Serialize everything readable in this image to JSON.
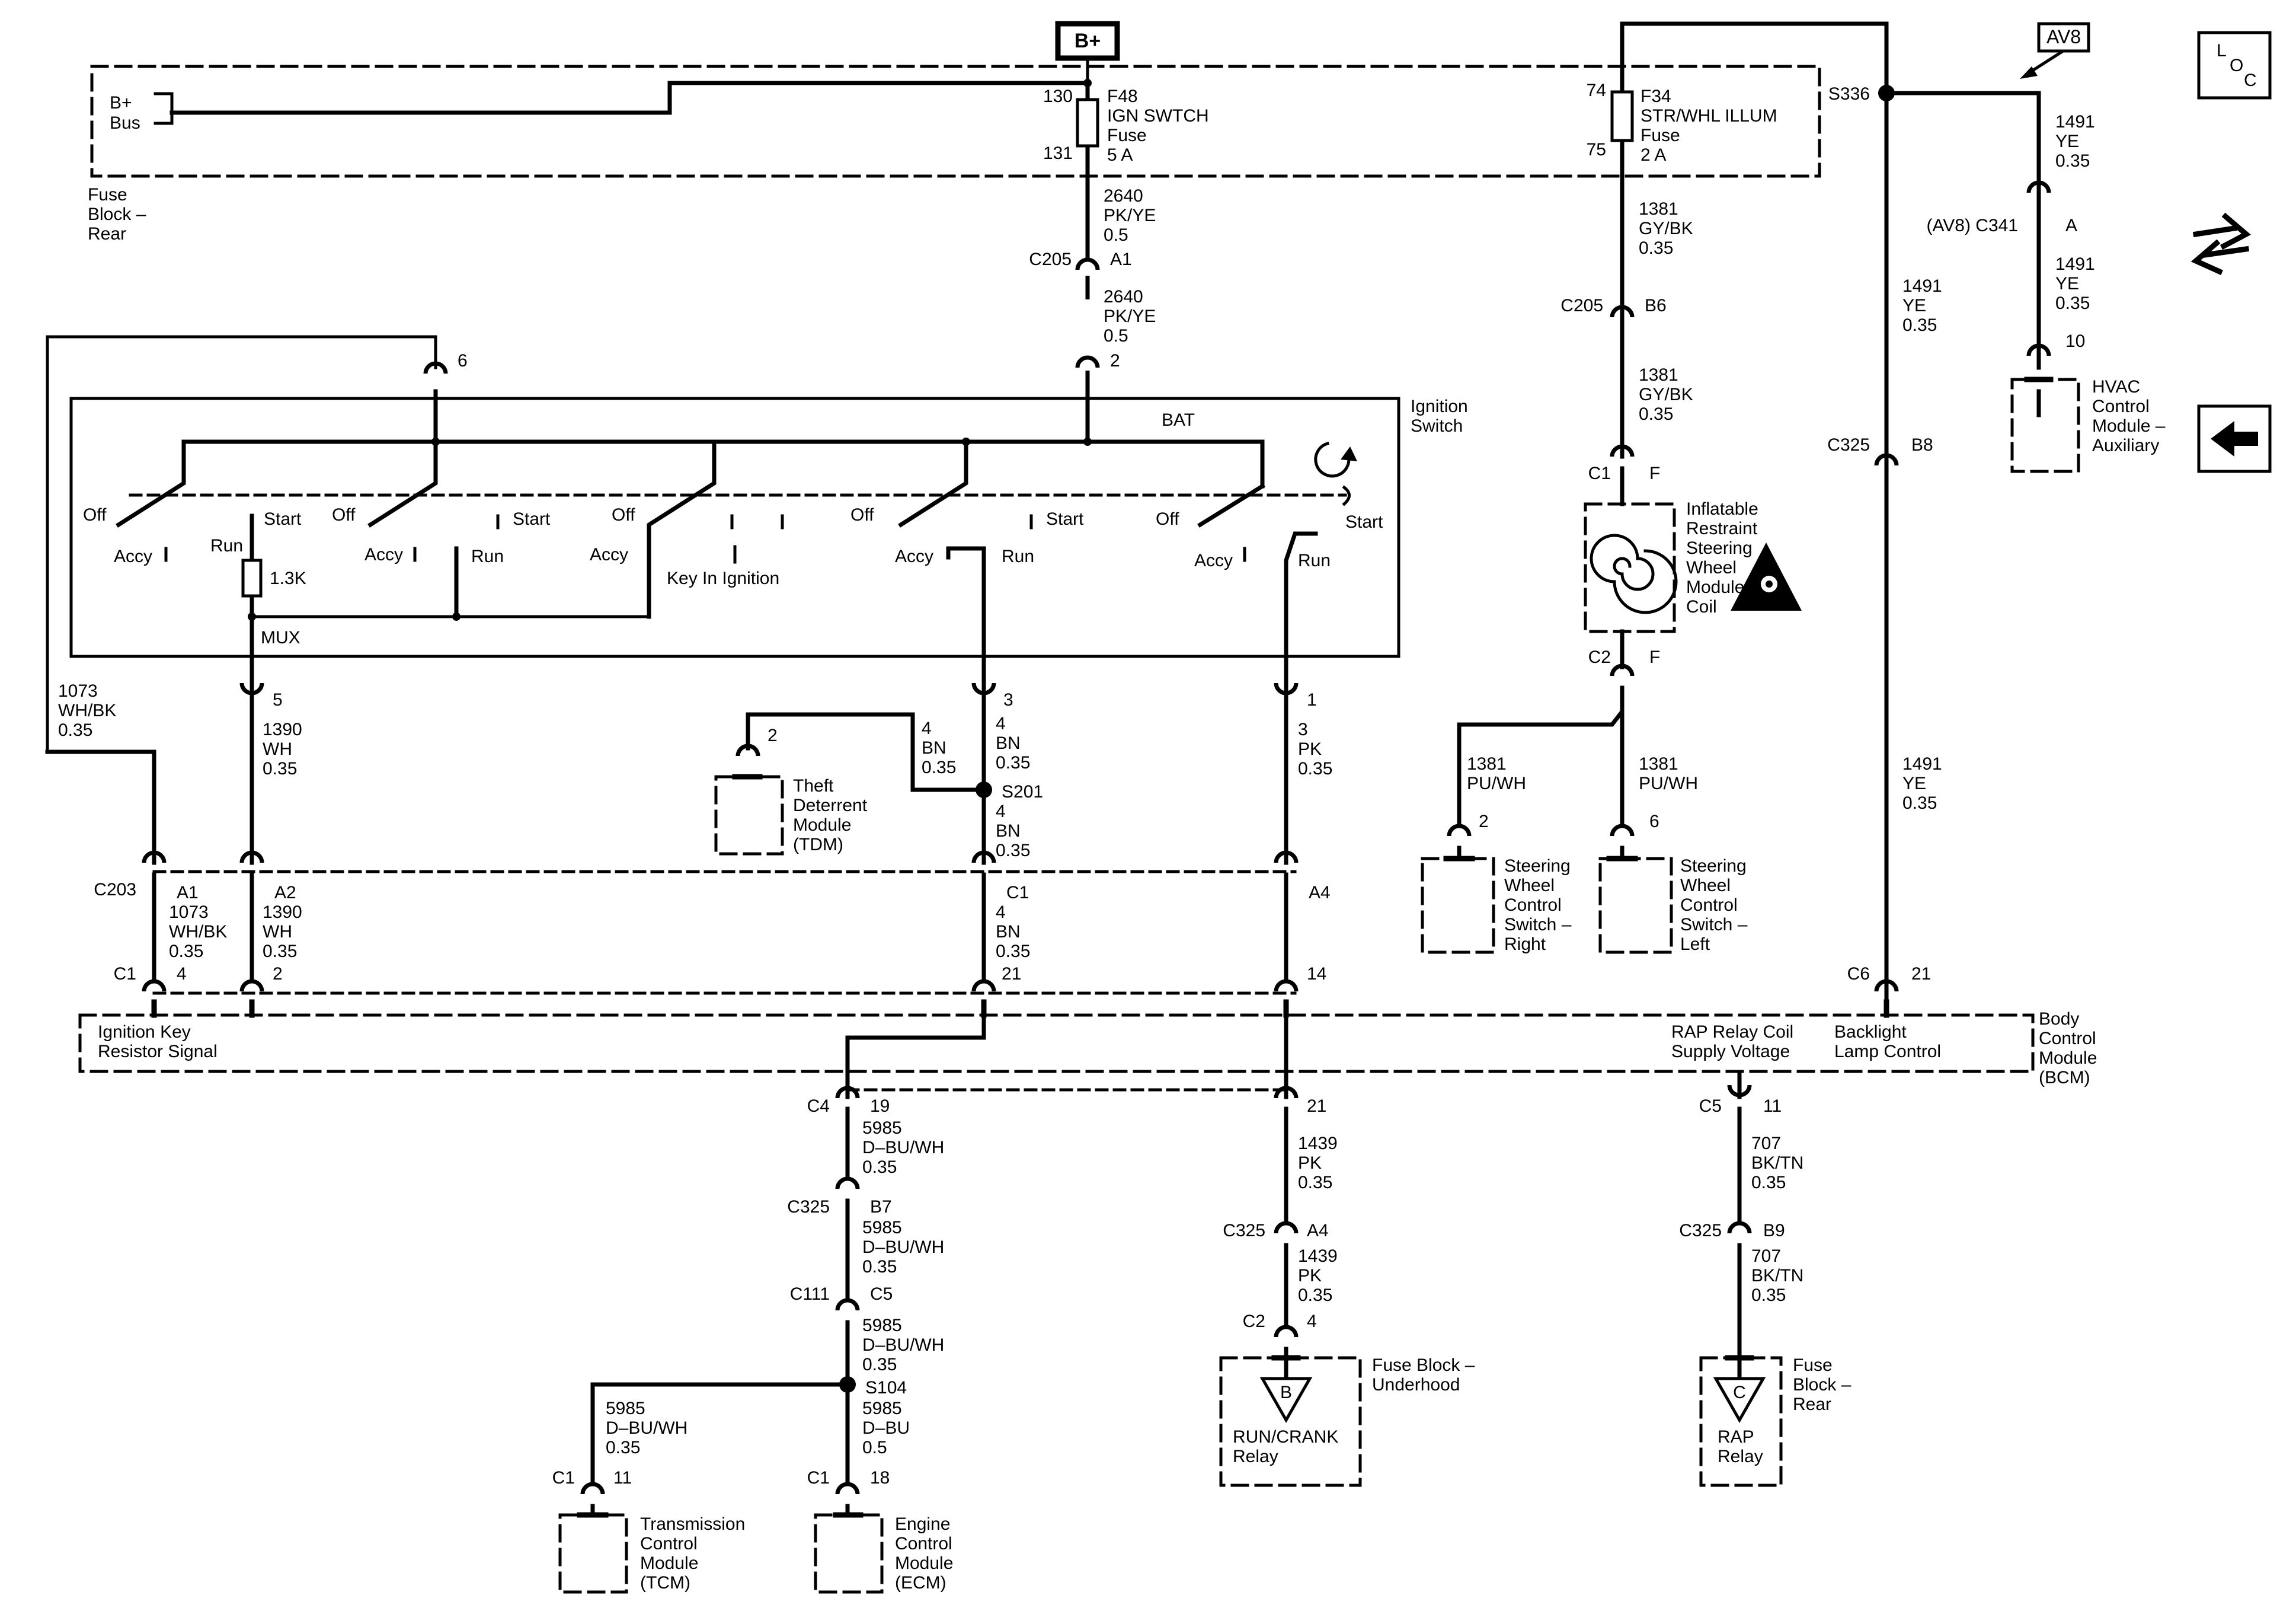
{
  "diagram": {
    "supply": "B+",
    "alt_tag": "AV8",
    "side_icons": {
      "location": "L O C",
      "loc_letters": [
        "L",
        "O",
        "C"
      ],
      "connector": "connector-view-icon",
      "back": "back-arrow-icon"
    },
    "fuse_block_rear": {
      "bus_label": [
        "B+",
        "Bus"
      ],
      "block_label": [
        "Fuse",
        "Block –",
        "Rear"
      ],
      "f48": {
        "pin_in": "130",
        "pin_out": "131",
        "label": [
          "F48",
          "IGN SWTCH",
          "Fuse",
          "5 A"
        ]
      },
      "f34": {
        "pin_in": "74",
        "pin_out": "75",
        "label": [
          "F34",
          "STR/WHL ILLUM",
          "Fuse",
          "2 A"
        ]
      },
      "splice": "S336"
    },
    "wires": {
      "w2640a": [
        "2640",
        "PK/YE",
        "0.5"
      ],
      "c205_a1": [
        "C205",
        "A1"
      ],
      "w2640b": [
        "2640",
        "PK/YE",
        "0.5"
      ],
      "pin2": "2",
      "pin6": "6",
      "w1381a": [
        "1381",
        "GY/BK",
        "0.35"
      ],
      "c205_b6": [
        "C205",
        "B6"
      ],
      "w1381b": [
        "1381",
        "GY/BK",
        "0.35"
      ],
      "c1_f": [
        "C1",
        "F"
      ],
      "c2_f": [
        "C2",
        "F"
      ],
      "w1381_right": [
        "1381",
        "PU/WH"
      ],
      "pin_right": "2",
      "w1381_left": [
        "1381",
        "PU/WH"
      ],
      "pin_left": "6",
      "w1491a": [
        "1491",
        "YE",
        "0.35"
      ],
      "c341": [
        "(AV8) C341",
        "A"
      ],
      "w1491b": [
        "1491",
        "YE",
        "0.35"
      ],
      "pin10": "10",
      "w1491c": [
        "1491",
        "YE",
        "0.35"
      ],
      "c325_b8": [
        "C325",
        "B8"
      ],
      "w1491d": [
        "1491",
        "YE",
        "0.35"
      ],
      "c6_21": [
        "C6",
        "21"
      ],
      "w1073": [
        "1073",
        "WH/BK",
        "0.35"
      ],
      "pin5": "5",
      "w1390": [
        "1390",
        "WH",
        "0.35"
      ],
      "pin3": "3",
      "w4bn_a": [
        "4",
        "BN",
        "0.35"
      ],
      "tdm_pin": "2",
      "w4bn_tdm": [
        "4",
        "BN",
        "0.35"
      ],
      "s201": "S201",
      "w4bn_b": [
        "4",
        "BN",
        "0.35"
      ],
      "pin1": "1",
      "w3pk": [
        "3",
        "PK",
        "0.35"
      ],
      "c203": "C203",
      "c203_a1": "A1",
      "c203_a2": "A2",
      "c203_c1": "C1",
      "c203_a4": "A4",
      "w1073b": [
        "1073",
        "WH/BK",
        "0.35"
      ],
      "w1390b": [
        "1390",
        "WH",
        "0.35"
      ],
      "w4bn_c": [
        "4",
        "BN",
        "0.35"
      ],
      "c1_4": [
        "C1",
        "4"
      ],
      "bcm_pin2": "2",
      "bcm_pin21": "21",
      "bcm_pin14": "14",
      "c4_19": [
        "C4",
        "19"
      ],
      "bcm_pin21b": "21",
      "w5985a": [
        "5985",
        "D–BU/WH",
        "0.35"
      ],
      "c325_b7": [
        "C325",
        "B7"
      ],
      "w5985b": [
        "5985",
        "D–BU/WH",
        "0.35"
      ],
      "c111_c5": [
        "C111",
        "C5"
      ],
      "w5985c": [
        "5985",
        "D–BU/WH",
        "0.35"
      ],
      "s104": "S104",
      "w5985d": [
        "5985",
        "D–BU/WH",
        "0.35"
      ],
      "w5985e": [
        "5985",
        "D–BU",
        "0.5"
      ],
      "c1_11": [
        "C1",
        "11"
      ],
      "c1_18": [
        "C1",
        "18"
      ],
      "w1439a": [
        "1439",
        "PK",
        "0.35"
      ],
      "c325_a4": [
        "C325",
        "A4"
      ],
      "w1439b": [
        "1439",
        "PK",
        "0.35"
      ],
      "c2_4": [
        "C2",
        "4"
      ],
      "c5_11": [
        "C5",
        "11"
      ],
      "w707a": [
        "707",
        "BK/TN",
        "0.35"
      ],
      "c325_b9": [
        "C325",
        "B9"
      ],
      "w707b": [
        "707",
        "BK/TN",
        "0.35"
      ]
    },
    "ignition_switch": {
      "title": [
        "Ignition",
        "Switch"
      ],
      "bat": "BAT",
      "mux": "MUX",
      "resistor": "1.3K",
      "s1": {
        "off": "Off",
        "accy": "Accy",
        "run": "Run",
        "start": "Start"
      },
      "s2": {
        "off": "Off",
        "accy": "Accy",
        "run": "Run",
        "start": "Start"
      },
      "s3": {
        "off": "Off",
        "accy": "Accy",
        "key": "Key In Ignition"
      },
      "s4": {
        "off": "Off",
        "accy": "Accy",
        "run": "Run",
        "start": "Start"
      },
      "s5": {
        "off": "Off",
        "accy": "Accy",
        "run": "Run",
        "start": "Start"
      }
    },
    "modules": {
      "hvac": [
        "HVAC",
        "Control",
        "Module –",
        "Auxiliary"
      ],
      "airbag_coil": [
        "Inflatable",
        "Restraint",
        "Steering",
        "Wheel",
        "Module",
        "Coil"
      ],
      "sw_right": [
        "Steering",
        "Wheel",
        "Control",
        "Switch –",
        "Right"
      ],
      "sw_left": [
        "Steering",
        "Wheel",
        "Control",
        "Switch –",
        "Left"
      ],
      "tdm": [
        "Theft",
        "Deterrent",
        "Module",
        "(TDM)"
      ],
      "bcm": [
        "Body",
        "Control",
        "Module",
        "(BCM)"
      ],
      "bcm_ign": [
        "Ignition Key",
        "Resistor Signal"
      ],
      "bcm_rap": [
        "RAP Relay Coil",
        "Supply Voltage"
      ],
      "bcm_backlight": [
        "Backlight",
        "Lamp Control"
      ],
      "tcm": [
        "Transmission",
        "Control",
        "Module",
        "(TCM)"
      ],
      "ecm": [
        "Engine",
        "Control",
        "Module",
        "(ECM)"
      ],
      "fb_under": [
        "Fuse Block –",
        "Underhood"
      ],
      "run_crank": [
        "RUN/CRANK",
        "Relay"
      ],
      "relay_b": "B",
      "fb_rear2": [
        "Fuse",
        "Block –",
        "Rear"
      ],
      "rap": [
        "RAP",
        "Relay"
      ],
      "relay_c": "C"
    }
  }
}
